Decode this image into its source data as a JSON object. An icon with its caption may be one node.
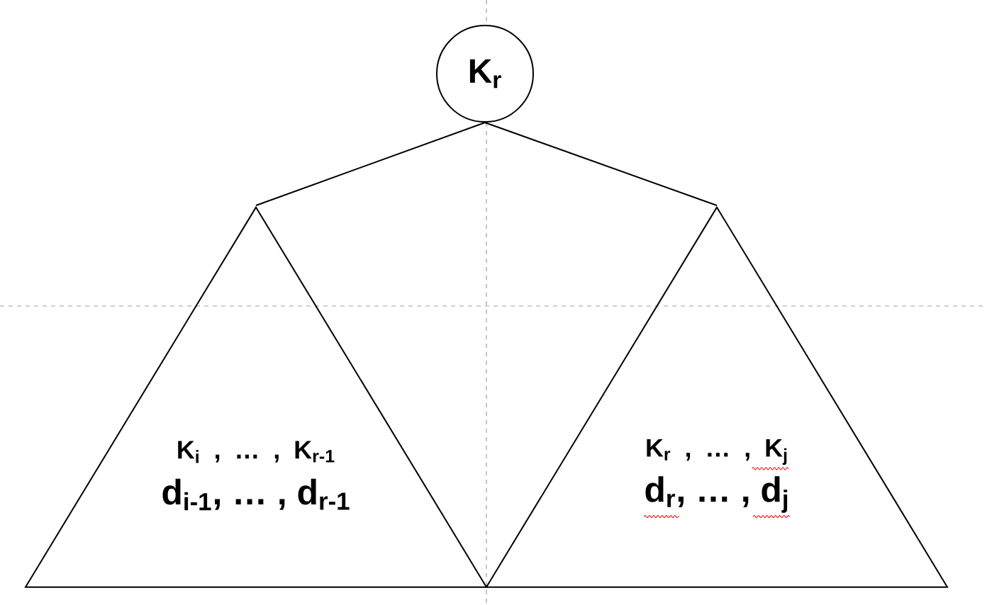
{
  "diagram": {
    "nodes": [
      {
        "text": [
          "K$_{r}$"
        ]
      },
      {
        "text": [
          "K$_{i}$ , … , K$_{r-1}$",
          "d$_{i-1}$, … , d$_{r-1}$"
        ]
      },
      {
        "text": [
          "K$_{r}$ , … , K$_{j}$",
          "d$_{r}$, … , d$_{j}$"
        ]
      }
    ],
    "edges": [
      {
        "from": 0,
        "to": 1,
        "arrow": "none"
      },
      {
        "from": 0,
        "to": 2,
        "arrow": "none"
      }
    ]
  }
}
